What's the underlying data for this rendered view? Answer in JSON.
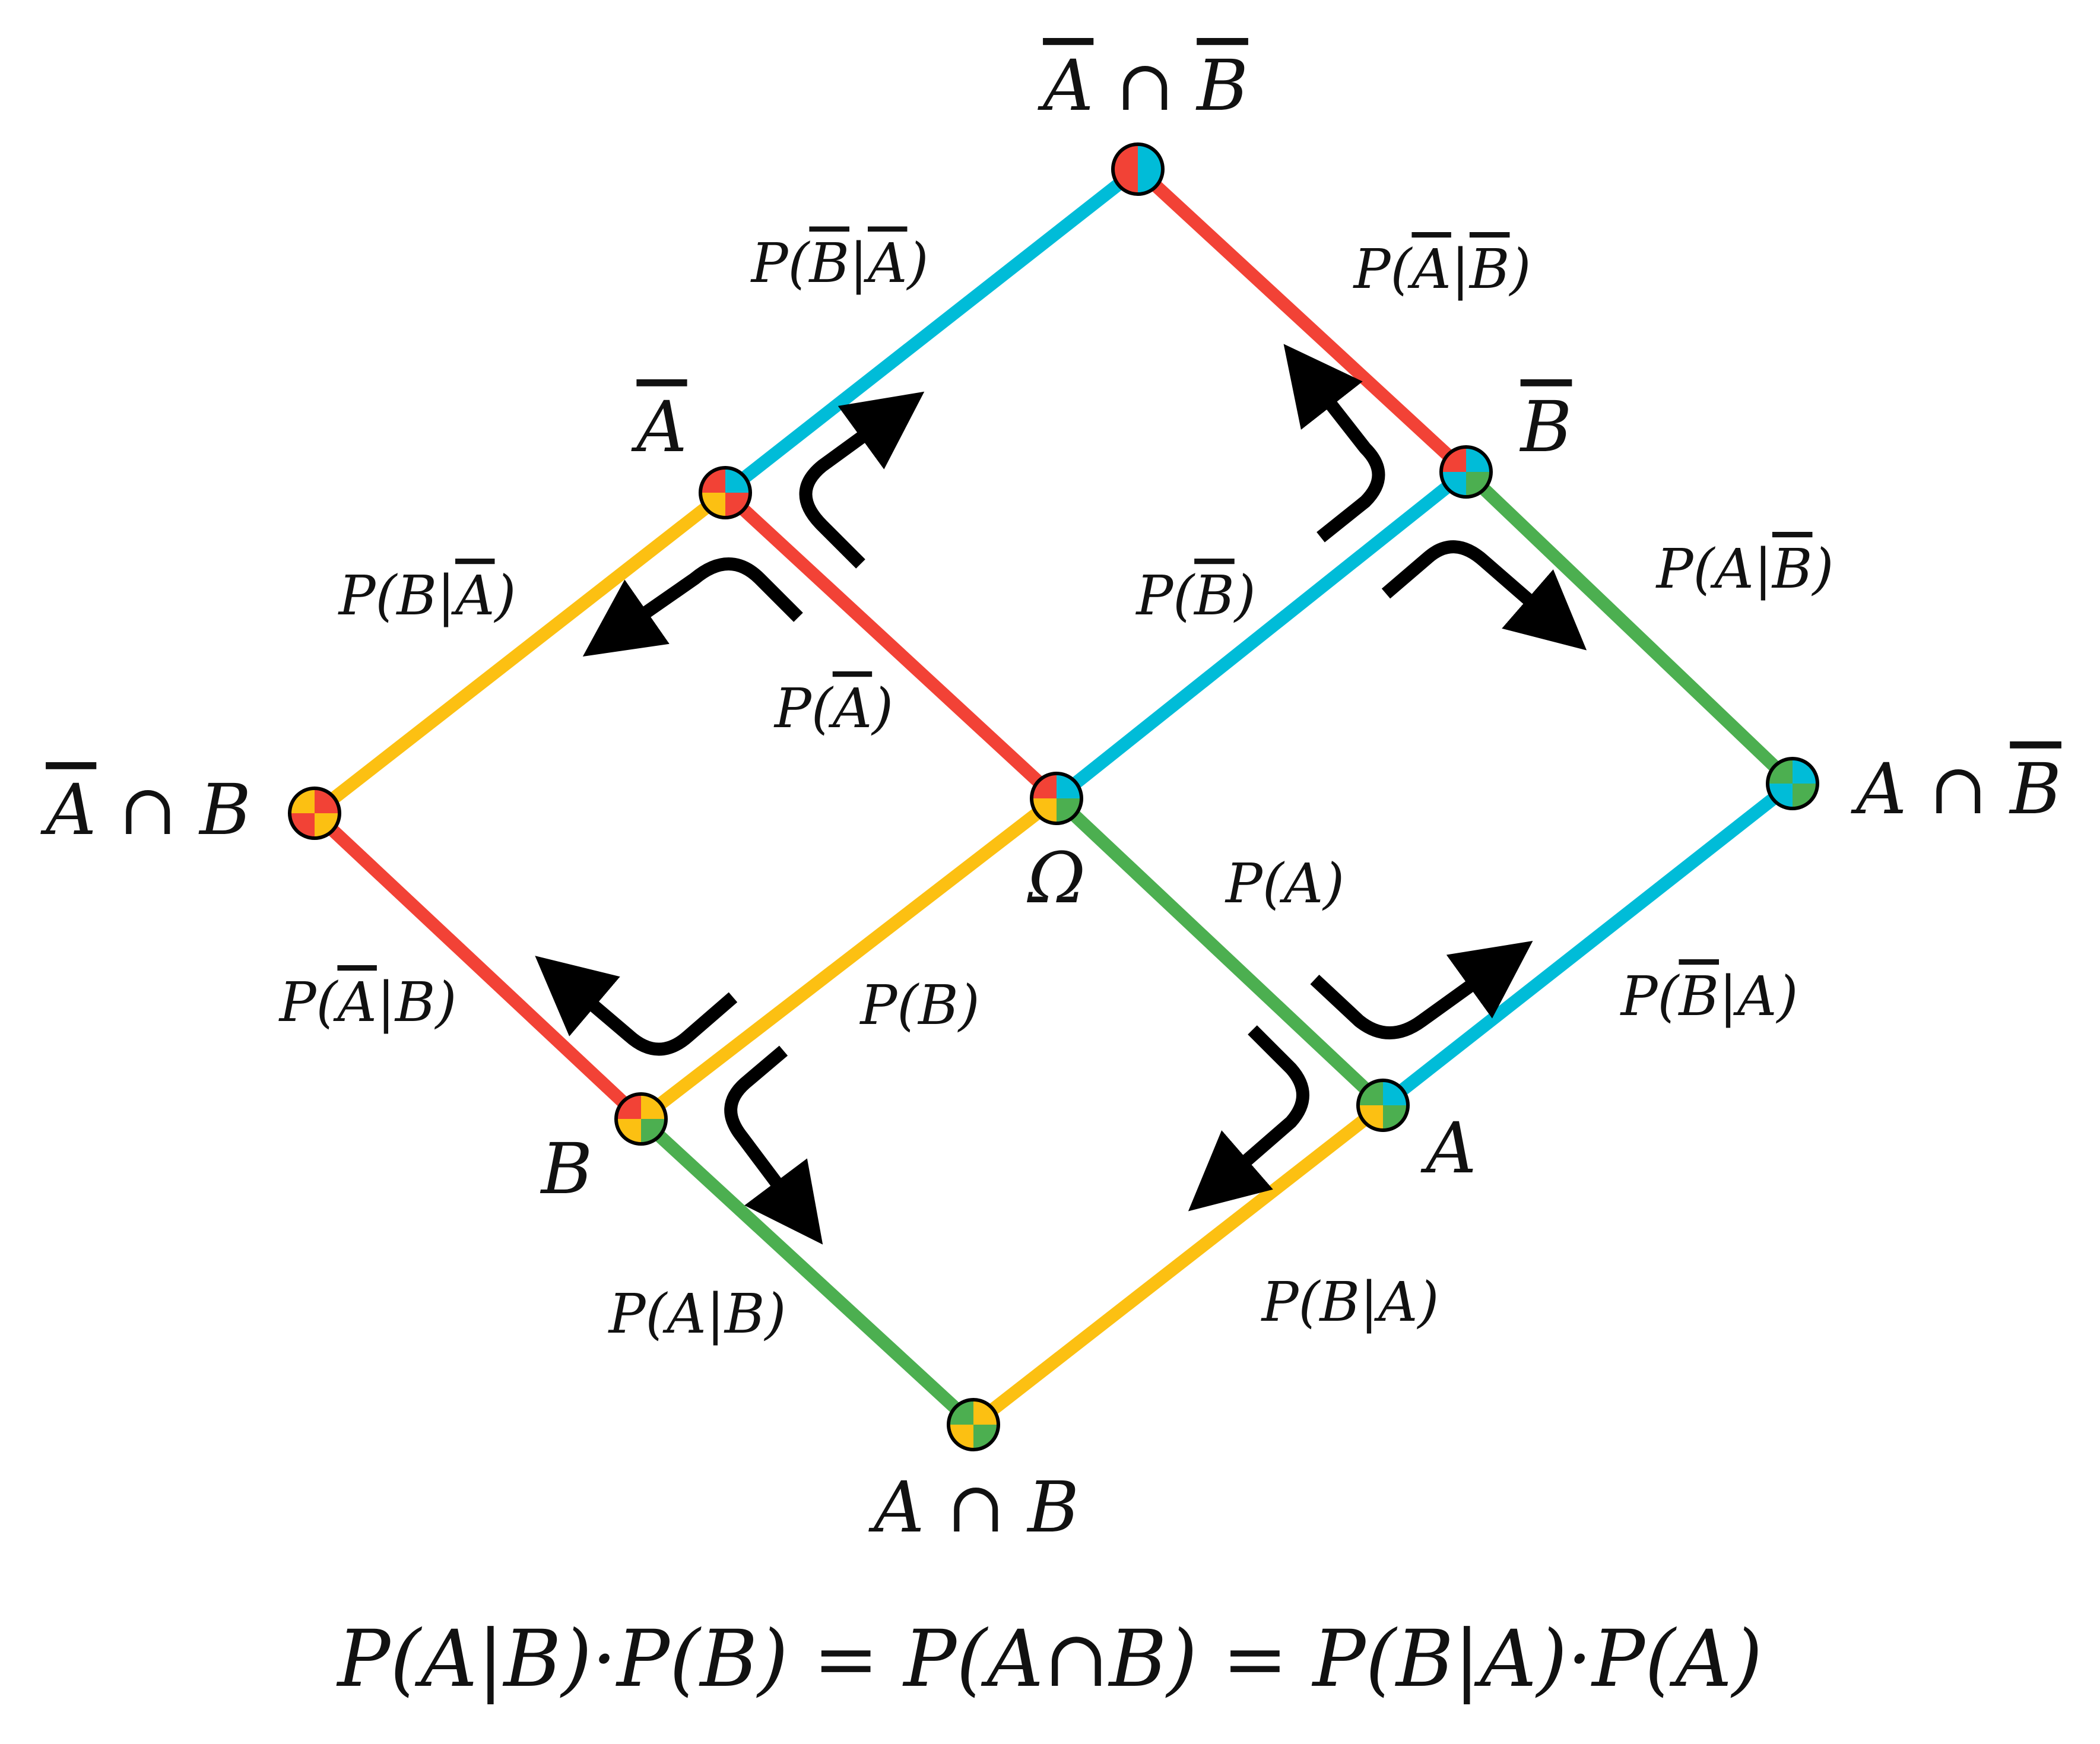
{
  "colors": {
    "red": "#f24236",
    "blue": "#00bcd8",
    "yellow": "#fcc012",
    "green": "#4caf50",
    "arrow": "#000000"
  },
  "nodes": {
    "top": {
      "label": [
        "A",
        " ∩ ",
        "B"
      ],
      "overline": [
        true,
        false,
        true
      ],
      "quads": [
        "red",
        "blue",
        "red",
        "blue"
      ]
    },
    "not_a": {
      "label": [
        "A"
      ],
      "overline": [
        true
      ],
      "quads": [
        "red",
        "blue",
        "yellow",
        "red"
      ]
    },
    "not_b": {
      "label": [
        "B"
      ],
      "overline": [
        true
      ],
      "quads": [
        "red",
        "blue",
        "blue",
        "green"
      ]
    },
    "not_a_and_b": {
      "label": [
        "A",
        " ∩ ",
        "B"
      ],
      "overline": [
        true,
        false,
        false
      ],
      "quads": [
        "yellow",
        "red",
        "red",
        "yellow"
      ]
    },
    "omega": {
      "label": [
        "Ω"
      ],
      "overline": [
        false
      ],
      "quads": [
        "red",
        "blue",
        "yellow",
        "green"
      ]
    },
    "a_and_not_b": {
      "label": [
        "A",
        " ∩ ",
        "B"
      ],
      "overline": [
        false,
        false,
        true
      ],
      "quads": [
        "green",
        "blue",
        "blue",
        "green"
      ]
    },
    "b": {
      "label": [
        "B"
      ],
      "overline": [
        false
      ],
      "quads": [
        "red",
        "yellow",
        "yellow",
        "green"
      ]
    },
    "a": {
      "label": [
        "A"
      ],
      "overline": [
        false
      ],
      "quads": [
        "green",
        "blue",
        "yellow",
        "green"
      ]
    },
    "a_and_b": {
      "label": [
        "A",
        " ∩ ",
        "B"
      ],
      "overline": [
        false,
        false,
        false
      ],
      "quads": [
        "green",
        "yellow",
        "yellow",
        "green"
      ]
    }
  },
  "edges": {
    "p_b_given_a_bar": {
      "parts": [
        "P(",
        "B",
        "|",
        "A",
        ")"
      ],
      "overline": [
        false,
        true,
        false,
        true,
        false
      ]
    },
    "p_a_bar_given_b_bar": {
      "parts": [
        "P(",
        "A",
        "|",
        "B",
        ")"
      ],
      "overline": [
        false,
        true,
        false,
        true,
        false
      ]
    },
    "p_b_given_not_a": {
      "parts": [
        "P(B|",
        "A",
        ")"
      ],
      "overline": [
        false,
        true,
        false
      ]
    },
    "p_not_a": {
      "parts": [
        "P(",
        "A",
        ")"
      ],
      "overline": [
        false,
        true,
        false
      ]
    },
    "p_not_b": {
      "parts": [
        "P(",
        "B",
        ")"
      ],
      "overline": [
        false,
        true,
        false
      ]
    },
    "p_a_given_not_b": {
      "parts": [
        "P(A|",
        "B",
        ")"
      ],
      "overline": [
        false,
        true,
        false
      ]
    },
    "p_a": {
      "parts": [
        "P(A)"
      ],
      "overline": [
        false
      ]
    },
    "p_not_a_given_b": {
      "parts": [
        "P(",
        "A",
        "|B)"
      ],
      "overline": [
        false,
        true,
        false
      ]
    },
    "p_b": {
      "parts": [
        "P(B)"
      ],
      "overline": [
        false
      ]
    },
    "p_not_b_given_a": {
      "parts": [
        "P(",
        "B",
        "|A)"
      ],
      "overline": [
        false,
        true,
        false
      ]
    },
    "p_a_given_b": {
      "parts": [
        "P(A|B)"
      ],
      "overline": [
        false
      ]
    },
    "p_b_given_a": {
      "parts": [
        "P(B|A)"
      ],
      "overline": [
        false
      ]
    }
  },
  "formula": "P(A|B)·P(B) = P(A∩B) = P(B|A)·P(A)"
}
